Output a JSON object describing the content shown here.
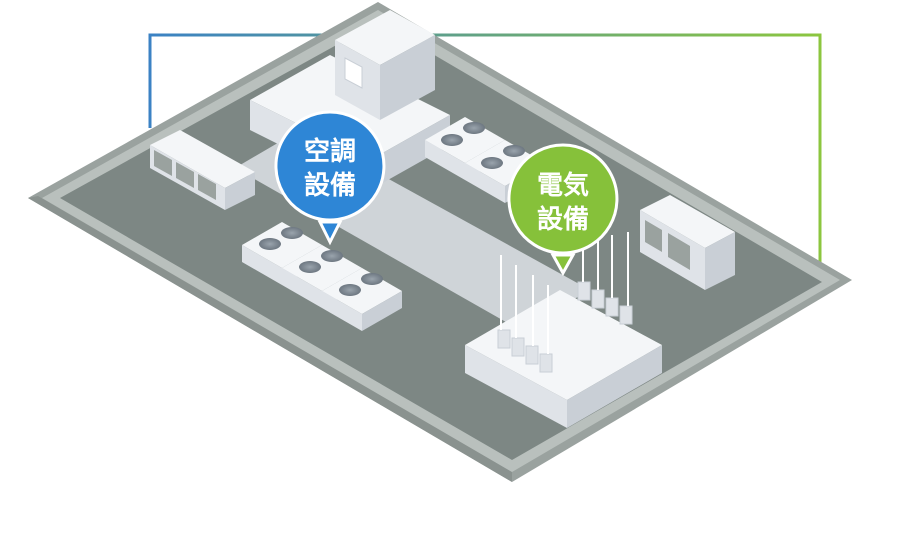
{
  "bubbles": {
    "hvac": {
      "line1": "空調",
      "line2": "設備",
      "color": "#2e86d6",
      "border": "#ffffff"
    },
    "electrical": {
      "line1": "電気",
      "line2": "設備",
      "color": "#86c13a",
      "border": "#ffffff"
    }
  },
  "colors": {
    "roof": "#7d8784",
    "parapet_top": "#b9c0bd",
    "parapet_side": "#9aa29f",
    "equipment_top": "#f4f6f8",
    "equipment_left": "#dfe3e8",
    "equipment_right": "#c9cfd6",
    "frame_blue": "#3b82c4",
    "frame_green": "#8cc63f"
  }
}
